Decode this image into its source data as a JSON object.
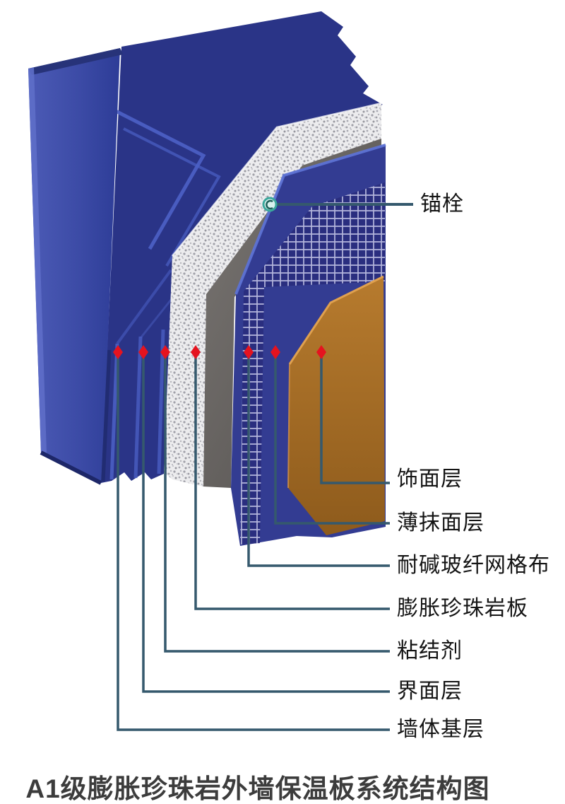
{
  "title": "A1级膨胀珍珠岩外墙保温板系统结构图",
  "diagram": {
    "type": "layered-wall-system-cutaway",
    "anchor_callout": {
      "id": "anchor-bolt",
      "text": "锚栓"
    },
    "layer_callouts": [
      {
        "id": "finish-coat",
        "text": "饰面层"
      },
      {
        "id": "thin-render",
        "text": "薄抹面层"
      },
      {
        "id": "glassfiber-mesh",
        "text": "耐碱玻纤网格布"
      },
      {
        "id": "perlite-board",
        "text": "膨胀珍珠岩板"
      },
      {
        "id": "adhesive",
        "text": "粘结剂"
      },
      {
        "id": "interface-coat",
        "text": "界面层"
      },
      {
        "id": "wall-substrate",
        "text": "墙体基层"
      }
    ]
  },
  "colors": {
    "background": "#ffffff",
    "wall_blue": "#3c4ba6",
    "deep_navy": "#2a3487",
    "layer_navy": "#333c92",
    "ridge_blue": "#4c61c6",
    "perlite_white": "#ececee",
    "perlite_shadow_gray": "#5b5856",
    "mesh_navy": "#2a2d7e",
    "mesh_line": "#c9cbea",
    "finish_orange": "#a86e24",
    "orange_highlight": "#e0a14f",
    "anchor_teal": "#3aa79c",
    "marker_red": "#e5131f",
    "leader": "#35596d",
    "label_text": "#141414",
    "title_text": "#3c3c3c"
  }
}
